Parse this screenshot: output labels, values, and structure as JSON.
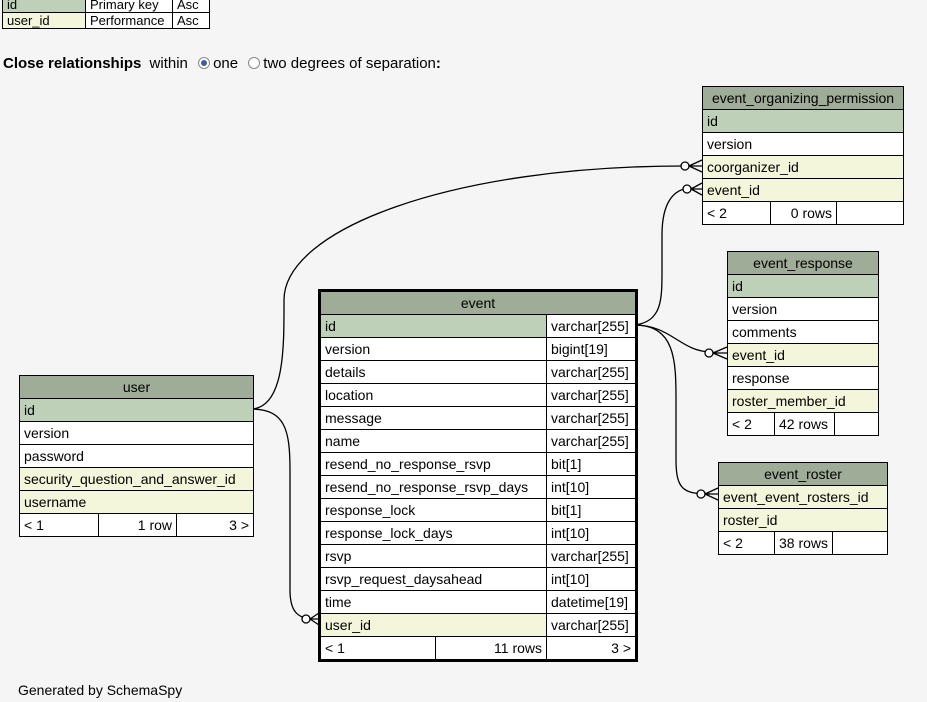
{
  "legend": [
    {
      "col": "id",
      "kind": "Primary key",
      "order": "Asc"
    },
    {
      "col": "user_id",
      "kind": "Performance",
      "order": "Asc"
    }
  ],
  "relationships": {
    "label": "Close relationships",
    "within": "within",
    "opt_one": "one",
    "opt_two": "two degrees of separation",
    "colon": ":"
  },
  "user": {
    "name": "user",
    "rows": [
      "id",
      "version",
      "password",
      "security_question_and_answer_id",
      "username"
    ],
    "footer": [
      "< 1",
      "1 row",
      "3 >"
    ]
  },
  "event": {
    "name": "event",
    "rows": [
      {
        "name": "id",
        "type": "varchar[255]"
      },
      {
        "name": "version",
        "type": "bigint[19]"
      },
      {
        "name": "details",
        "type": "varchar[255]"
      },
      {
        "name": "location",
        "type": "varchar[255]"
      },
      {
        "name": "message",
        "type": "varchar[255]"
      },
      {
        "name": "name",
        "type": "varchar[255]"
      },
      {
        "name": "resend_no_response_rsvp",
        "type": "bit[1]"
      },
      {
        "name": "resend_no_response_rsvp_days",
        "type": "int[10]"
      },
      {
        "name": "response_lock",
        "type": "bit[1]"
      },
      {
        "name": "response_lock_days",
        "type": "int[10]"
      },
      {
        "name": "rsvp",
        "type": "varchar[255]"
      },
      {
        "name": "rsvp_request_daysahead",
        "type": "int[10]"
      },
      {
        "name": "time",
        "type": "datetime[19]"
      },
      {
        "name": "user_id",
        "type": "varchar[255]"
      }
    ],
    "footer": [
      "< 1",
      "11 rows",
      "3 >"
    ]
  },
  "event_organizing_permission": {
    "name": "event_organizing_permission",
    "rows": [
      "id",
      "version",
      "coorganizer_id",
      "event_id"
    ],
    "footer": [
      "< 2",
      "0 rows",
      ""
    ]
  },
  "event_response": {
    "name": "event_response",
    "rows": [
      "id",
      "version",
      "comments",
      "event_id",
      "response",
      "roster_member_id"
    ],
    "footer": [
      "< 2",
      "42 rows",
      ""
    ]
  },
  "event_roster": {
    "name": "event_roster",
    "rows": [
      "event_event_rosters_id",
      "roster_id"
    ],
    "footer": [
      "< 2",
      "38 rows",
      ""
    ]
  },
  "generated": "Generated by SchemaSpy"
}
